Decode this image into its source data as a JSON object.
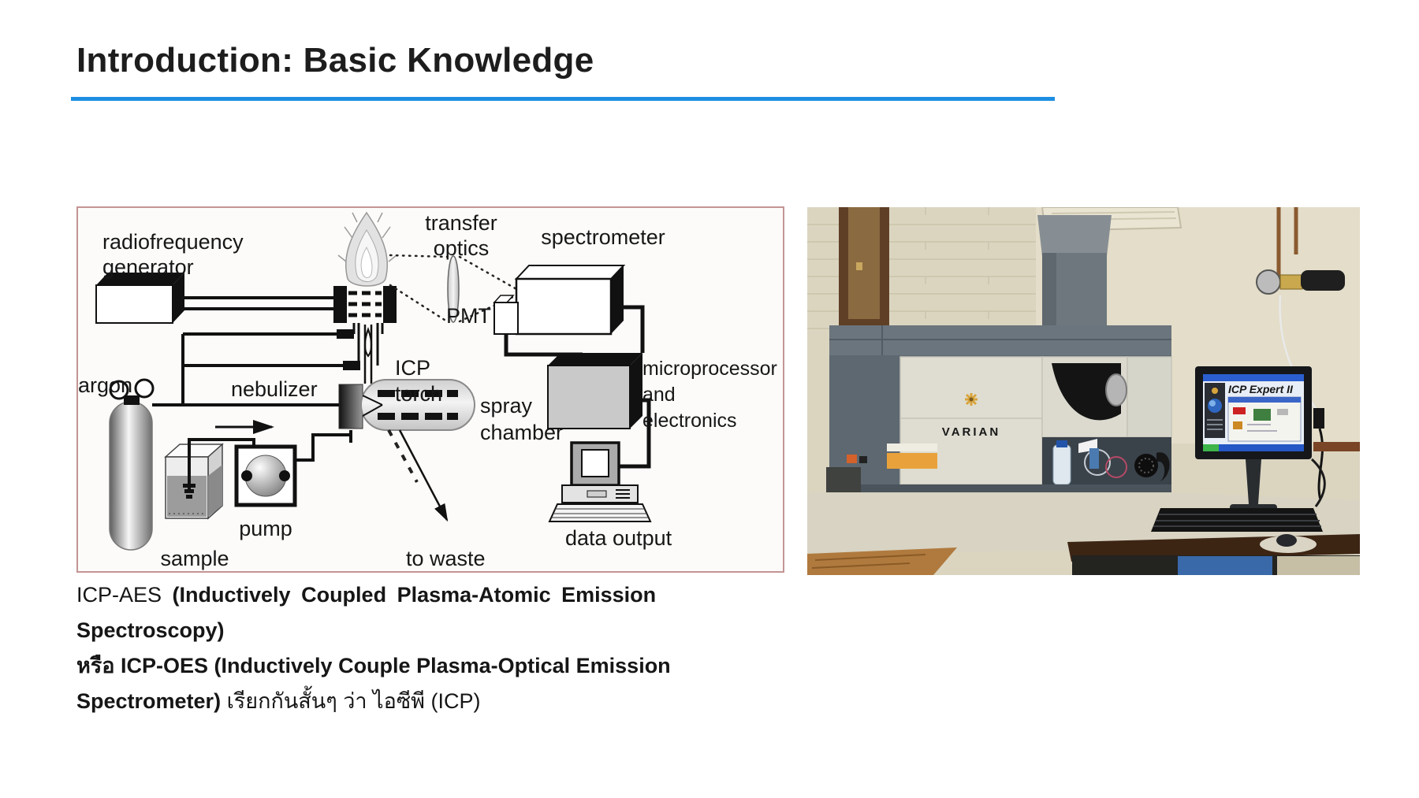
{
  "slide": {
    "title": "Introduction: Basic Knowledge",
    "accent_color": "#1d8fe2",
    "background_color": "#ffffff"
  },
  "diagram": {
    "border_color": "#c49494",
    "labels": {
      "radiofrequency_line1": "radiofrequency",
      "radiofrequency_line2": "generator",
      "transfer_optics_line1": "transfer",
      "transfer_optics_line2": "optics",
      "spectrometer": "spectrometer",
      "pmt": "PMT",
      "icp_torch_line1": "ICP",
      "icp_torch_line2": "torch",
      "nebulizer": "nebulizer",
      "argon": "argon",
      "spray_chamber_line1": "spray",
      "spray_chamber_line2": "chamber",
      "pump": "pump",
      "sample": "sample",
      "to_waste": "to waste",
      "data_output": "data output",
      "microprocessor_line1": "microprocessor",
      "microprocessor_line2": "and",
      "microprocessor_line3": "electronics"
    }
  },
  "photo": {
    "instrument_brand": "VARIAN",
    "monitor_software_title": "ICP Expert II"
  },
  "caption": {
    "line1_normal": "ICP-AES",
    "line1_bold": "(Inductively Coupled Plasma-Atomic Emission Spectroscopy)",
    "line2_bold": "หรือ ICP-OES (Inductively Couple Plasma-Optical Emission",
    "line3_bold": "Spectrometer)",
    "line3_normal": "เรียกกันสั้นๆ ว่า ไอซีพี (ICP)"
  }
}
